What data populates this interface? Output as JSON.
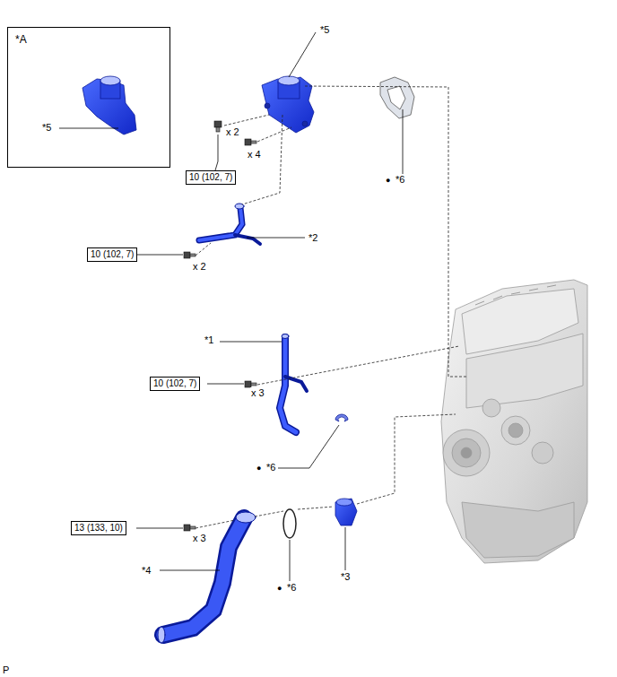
{
  "diagram": {
    "nodes": [
      {
        "text": [
          "*A",
          "*5"
        ]
      },
      {
        "text": [
          "10 (102, 7)"
        ]
      },
      {
        "text": [
          "10 (102, 7)"
        ]
      },
      {
        "text": [
          "10 (102, 7)"
        ]
      },
      {
        "text": [
          "13 (133, 10)"
        ]
      }
    ],
    "labels": [
      "*5",
      "x 2",
      "x 4",
      "●",
      "*6",
      "*2",
      "x 2",
      "*1",
      "x 3",
      "●",
      "*6",
      "x 3",
      "*4",
      "●",
      "*6",
      "*3",
      "P"
    ]
  }
}
